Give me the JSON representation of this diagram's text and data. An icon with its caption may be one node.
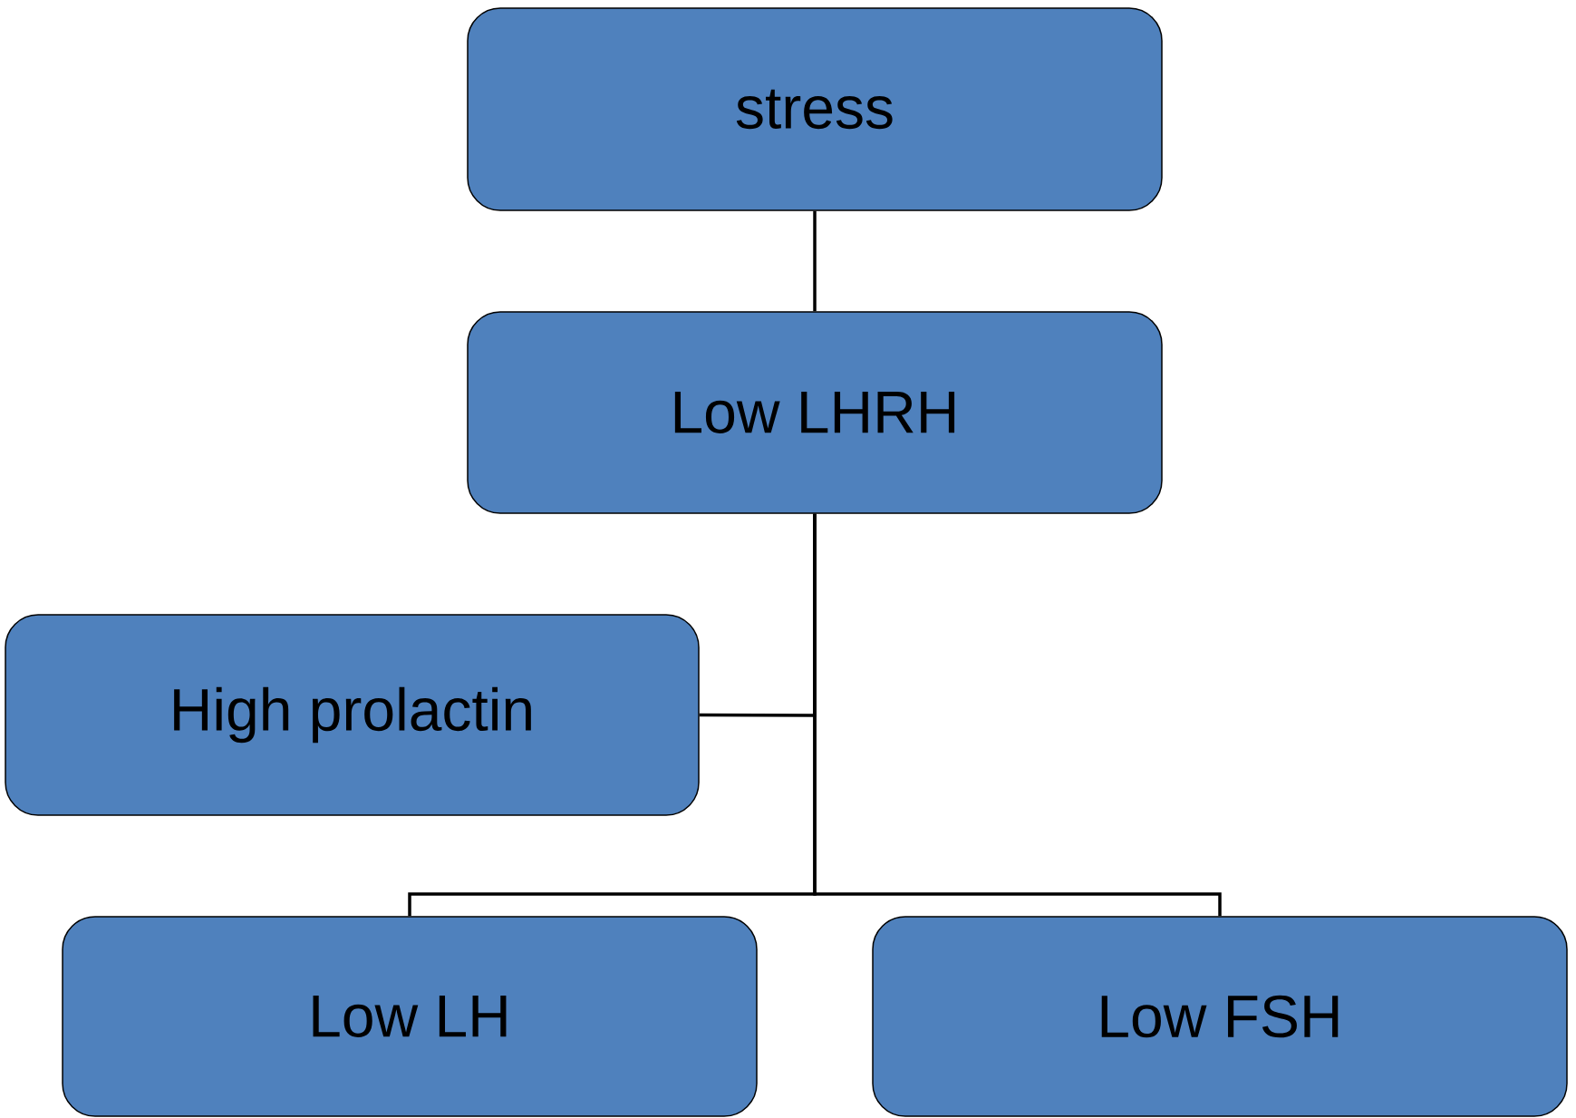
{
  "diagram": {
    "nodes": [
      {
        "text": [
          "stress"
        ]
      },
      {
        "text": [
          "Low LHRH"
        ]
      },
      {
        "text": [
          "High prolactin"
        ]
      },
      {
        "text": [
          "Low LH"
        ]
      },
      {
        "text": [
          "Low FSH"
        ]
      }
    ],
    "edges": [
      {
        "from": 0,
        "to": 1,
        "arrow": "none"
      },
      {
        "from": 1,
        "to": 2,
        "arrow": "none"
      },
      {
        "from": 1,
        "to": 3,
        "arrow": "none"
      },
      {
        "from": 1,
        "to": 4,
        "arrow": "none"
      }
    ]
  }
}
